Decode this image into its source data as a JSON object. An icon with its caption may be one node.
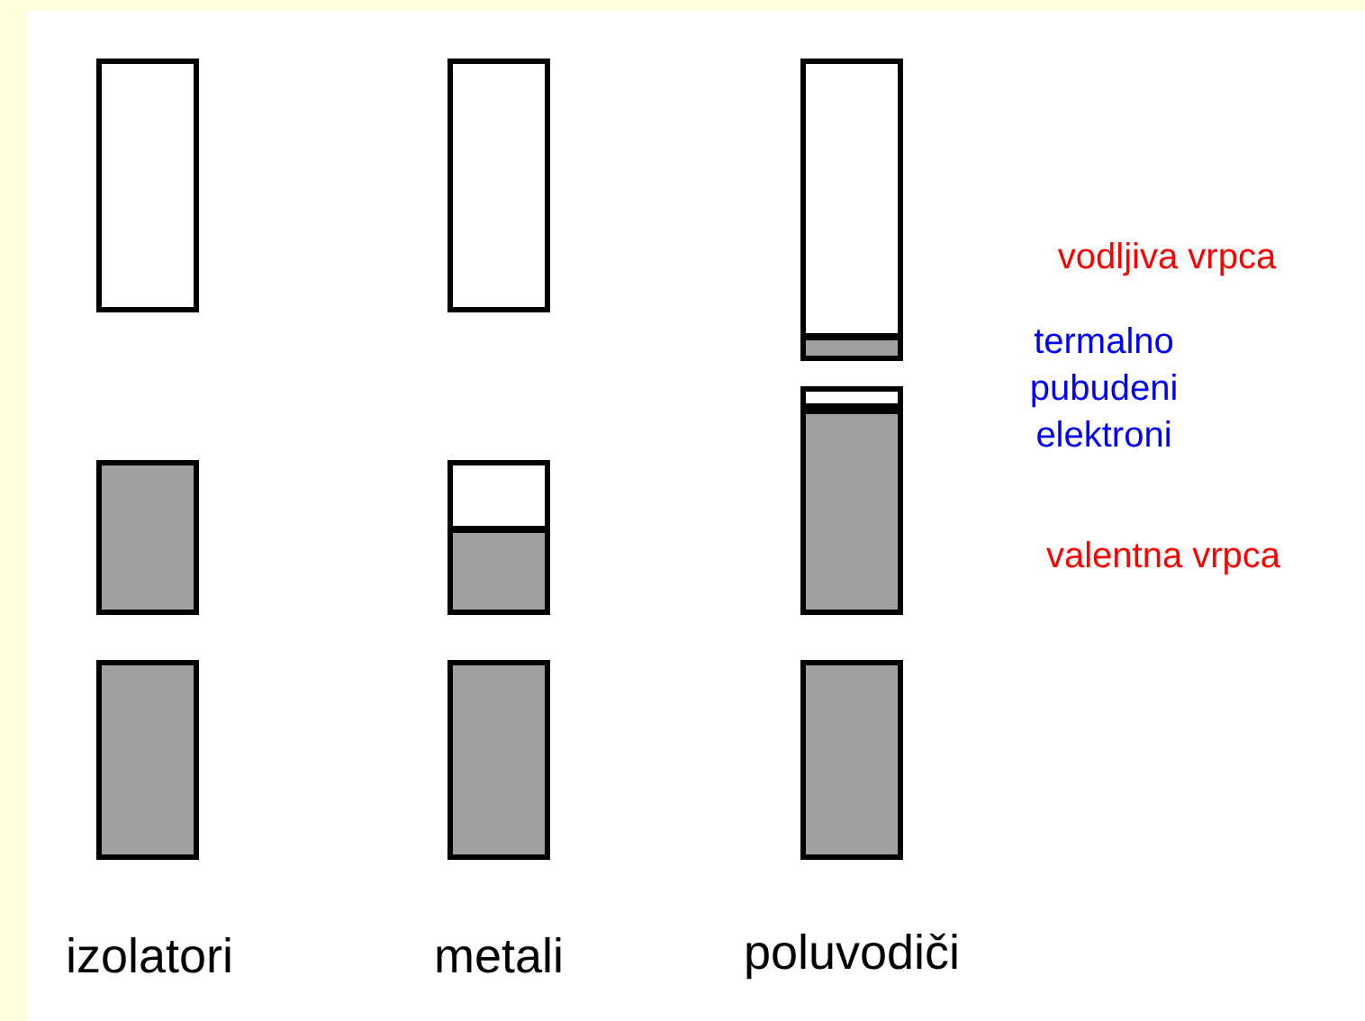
{
  "diagram": {
    "labels": [
      "vodljiva vrpca",
      "termalno pubudeni elektroni",
      "valentna vrpca",
      "izolatori",
      "metali",
      "poluvodiči"
    ]
  }
}
